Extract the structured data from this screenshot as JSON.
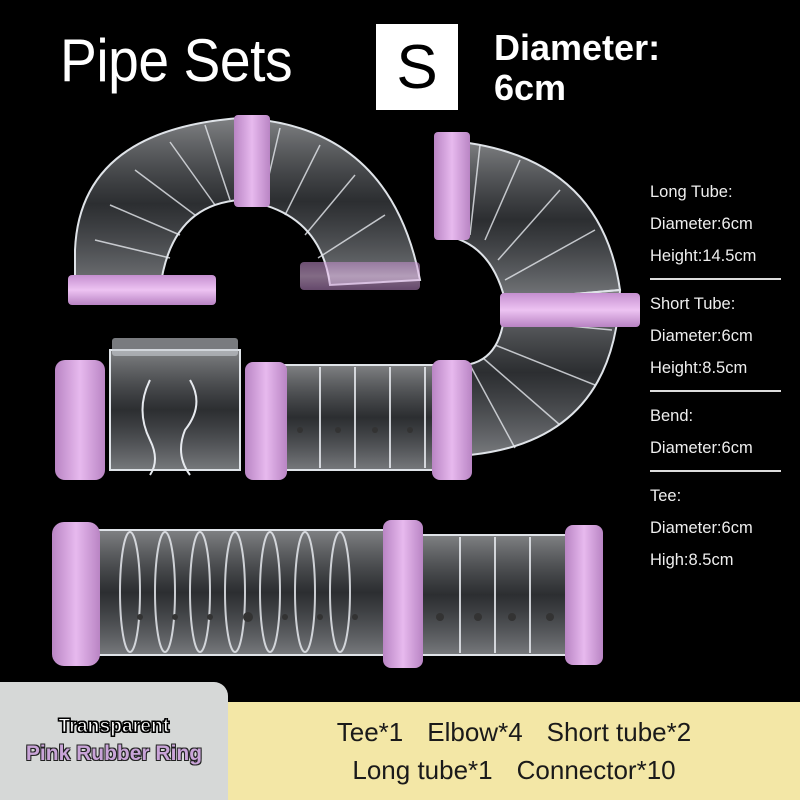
{
  "header": {
    "title": "Pipe Sets",
    "size_badge": "S",
    "diameter_label": "Diameter:",
    "diameter_value": "6cm"
  },
  "specs": [
    {
      "name": "Long Tube:",
      "lines": [
        "Diameter:6cm",
        "Height:14.5cm"
      ]
    },
    {
      "name": "Short Tube:",
      "lines": [
        "Diameter:6cm",
        "Height:8.5cm"
      ]
    },
    {
      "name": "Bend:",
      "lines": [
        "Diameter:6cm"
      ]
    },
    {
      "name": "Tee:",
      "lines": [
        "Diameter:6cm",
        "High:8.5cm"
      ]
    }
  ],
  "footer": {
    "material_line1": "Transparent",
    "material_line2": "Pink Rubber Ring",
    "contents_row1": [
      "Tee*1",
      "Elbow*4",
      "Short tube*2"
    ],
    "contents_row2": [
      "Long tube*1",
      "Connector*10"
    ]
  },
  "colors": {
    "background": "#000000",
    "ring_pink": "#d9a6e0",
    "tube_clear": "#c8ccd2",
    "footer_left_bg": "#d6d8d7",
    "footer_right_bg": "#f3e7a6",
    "pink_text": "#c9a4d8"
  }
}
